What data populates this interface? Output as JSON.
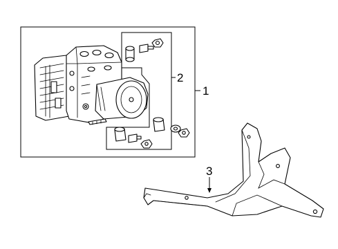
{
  "callouts": {
    "assembly": "1",
    "mount_kit": "2",
    "bracket": "3"
  }
}
